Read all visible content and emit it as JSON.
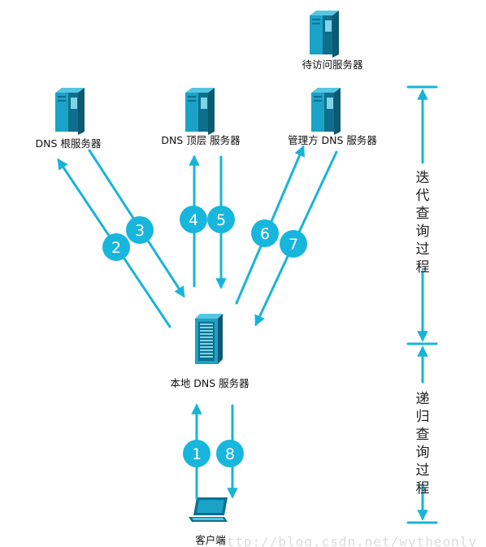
{
  "colors": {
    "arrow": "#1ab3d8",
    "badge": "#17b6dc",
    "server_front": "#1aa3c7",
    "server_side": "#0e6f8c",
    "server_panel": "#7fd4ea"
  },
  "nodes": {
    "target_server": "待访问服务器",
    "root_dns": "DNS 根服务器",
    "tld_dns": "DNS 顶层 服务器",
    "auth_dns": "管理方 DNS 服务器",
    "local_dns": "本地 DNS 服务器",
    "client": "客户端"
  },
  "side_labels": {
    "iterative": [
      "迭",
      "代",
      "查",
      "询",
      "过",
      "程"
    ],
    "recursive": [
      "递",
      "归",
      "查",
      "询",
      "过",
      "程"
    ]
  },
  "steps": [
    "1",
    "2",
    "3",
    "4",
    "5",
    "6",
    "7",
    "8"
  ],
  "watermark": "http://blog.csdn.net/wytheonly"
}
